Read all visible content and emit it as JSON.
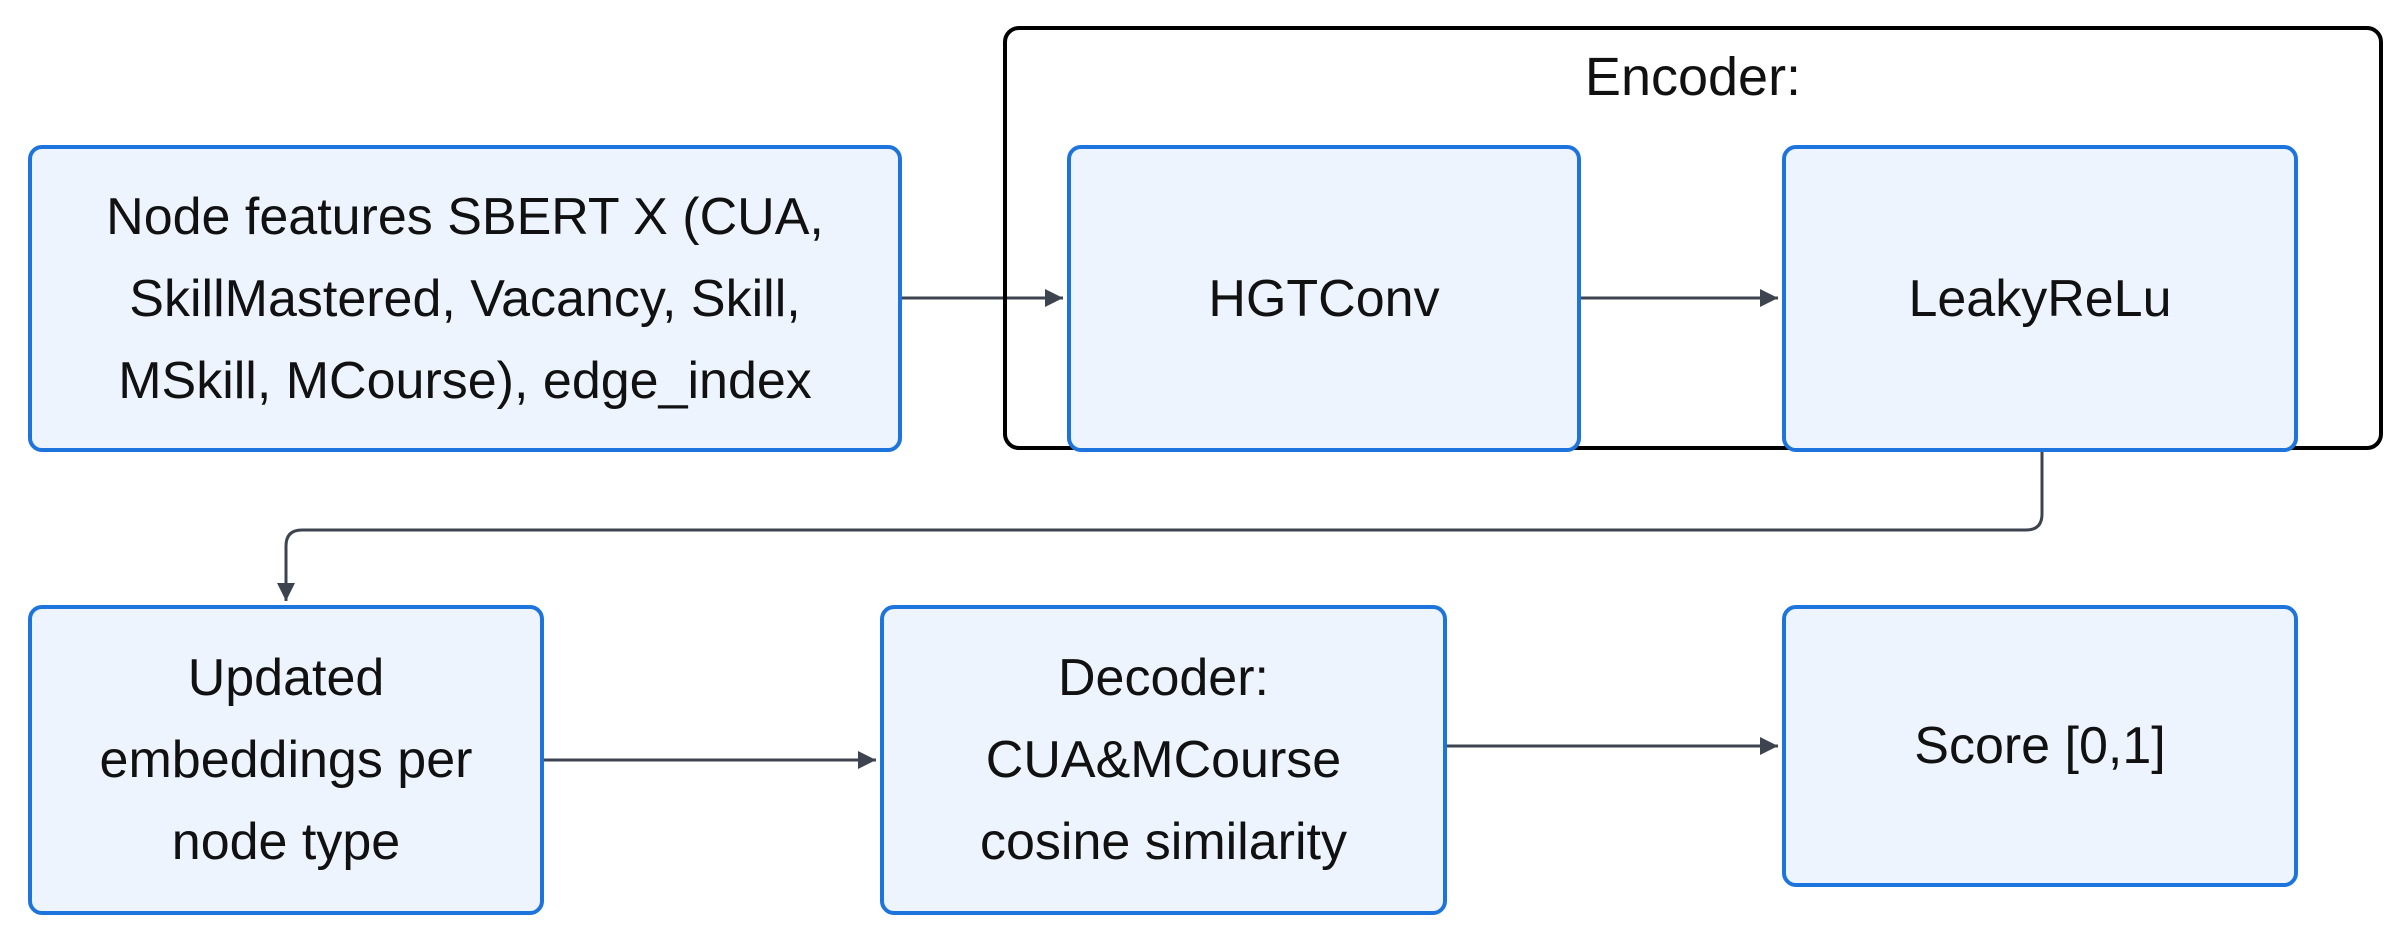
{
  "encoder_group": {
    "title": "Encoder:"
  },
  "nodes": {
    "input": "Node features  SBERT X (CUA,\nSkillMastered, Vacancy, Skill,\nMSkill, MCourse), edge_index",
    "hgtconv": "HGTConv",
    "leakyrelu": "LeakyReLu",
    "updated": "Updated\nembeddings per\nnode type",
    "decoder": "Decoder:\nCUA&MCourse\ncosine similarity",
    "score": "Score [0,1]"
  },
  "edges": [
    {
      "from": "input",
      "to": "hgtconv"
    },
    {
      "from": "hgtconv",
      "to": "leakyrelu"
    },
    {
      "from": "leakyrelu",
      "to": "updated"
    },
    {
      "from": "updated",
      "to": "decoder"
    },
    {
      "from": "decoder",
      "to": "score"
    }
  ],
  "colors": {
    "node_fill": "#edf4fd",
    "node_border": "#1e74dd",
    "edge": "#3d4450",
    "group_border": "#000000"
  }
}
